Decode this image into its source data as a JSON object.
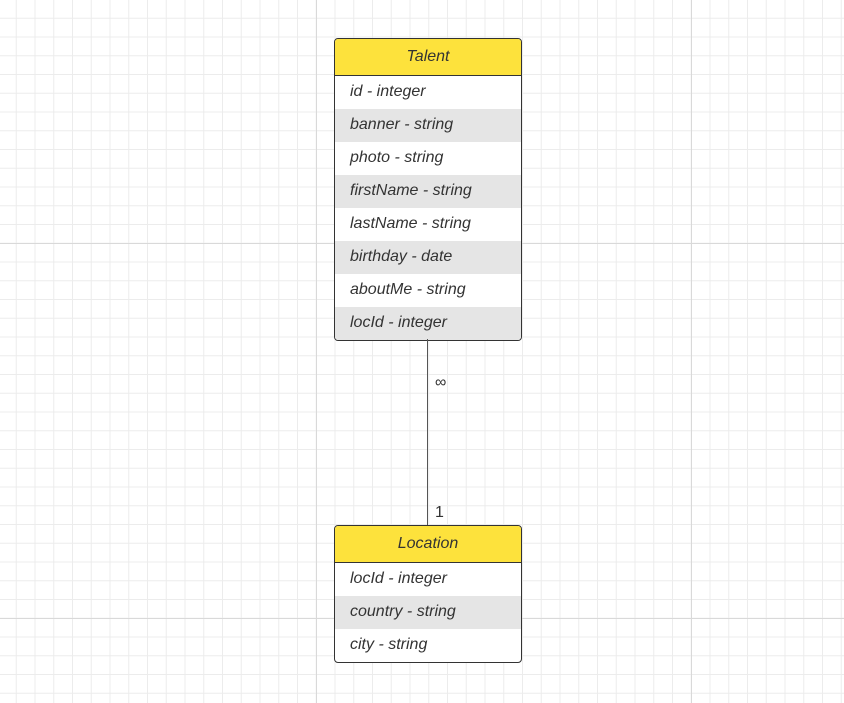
{
  "entities": {
    "talent": {
      "title": "Talent",
      "fields": [
        "id - integer",
        "banner - string",
        "photo - string",
        "firstName - string",
        "lastName - string",
        "birthday - date",
        "aboutMe - string",
        "locId - integer"
      ]
    },
    "location": {
      "title": "Location",
      "fields": [
        "locId - integer",
        "country - string",
        "city - string"
      ]
    }
  },
  "relationship": {
    "from_cardinality": "∞",
    "to_cardinality": "1"
  },
  "colors": {
    "header": "#fde23c",
    "row_alt": "#e5e5e5",
    "border": "#333333"
  }
}
